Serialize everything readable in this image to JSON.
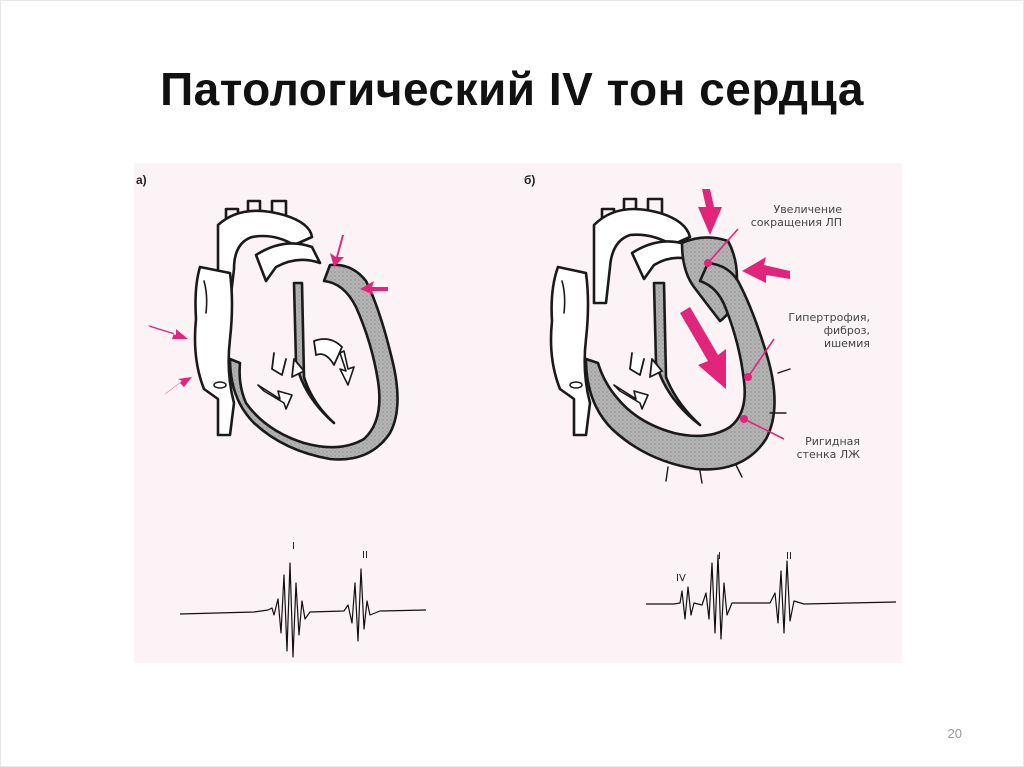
{
  "slide": {
    "title": "Патологический IV тон сердца",
    "page_number": "20"
  },
  "figure": {
    "panel_a_label": "а)",
    "panel_b_label": "б)",
    "captions": {
      "atrial": "Увеличение\nсокращения ЛП",
      "hypertrophy": "Гипертрофия,\nфиброз,\nишемия",
      "rigid_wall": "Ригидная\nстенка ЛЖ"
    },
    "phonocardiogram_a": {
      "tone_labels": [
        "I",
        "II"
      ]
    },
    "phonocardiogram_b": {
      "tone_labels": [
        "IV",
        "I",
        "II"
      ]
    }
  },
  "colors": {
    "accent": "#e0257a",
    "outline": "#1a1a1a",
    "myocardium": "#a8a8a8",
    "panel_background": "#fcf3f7"
  }
}
